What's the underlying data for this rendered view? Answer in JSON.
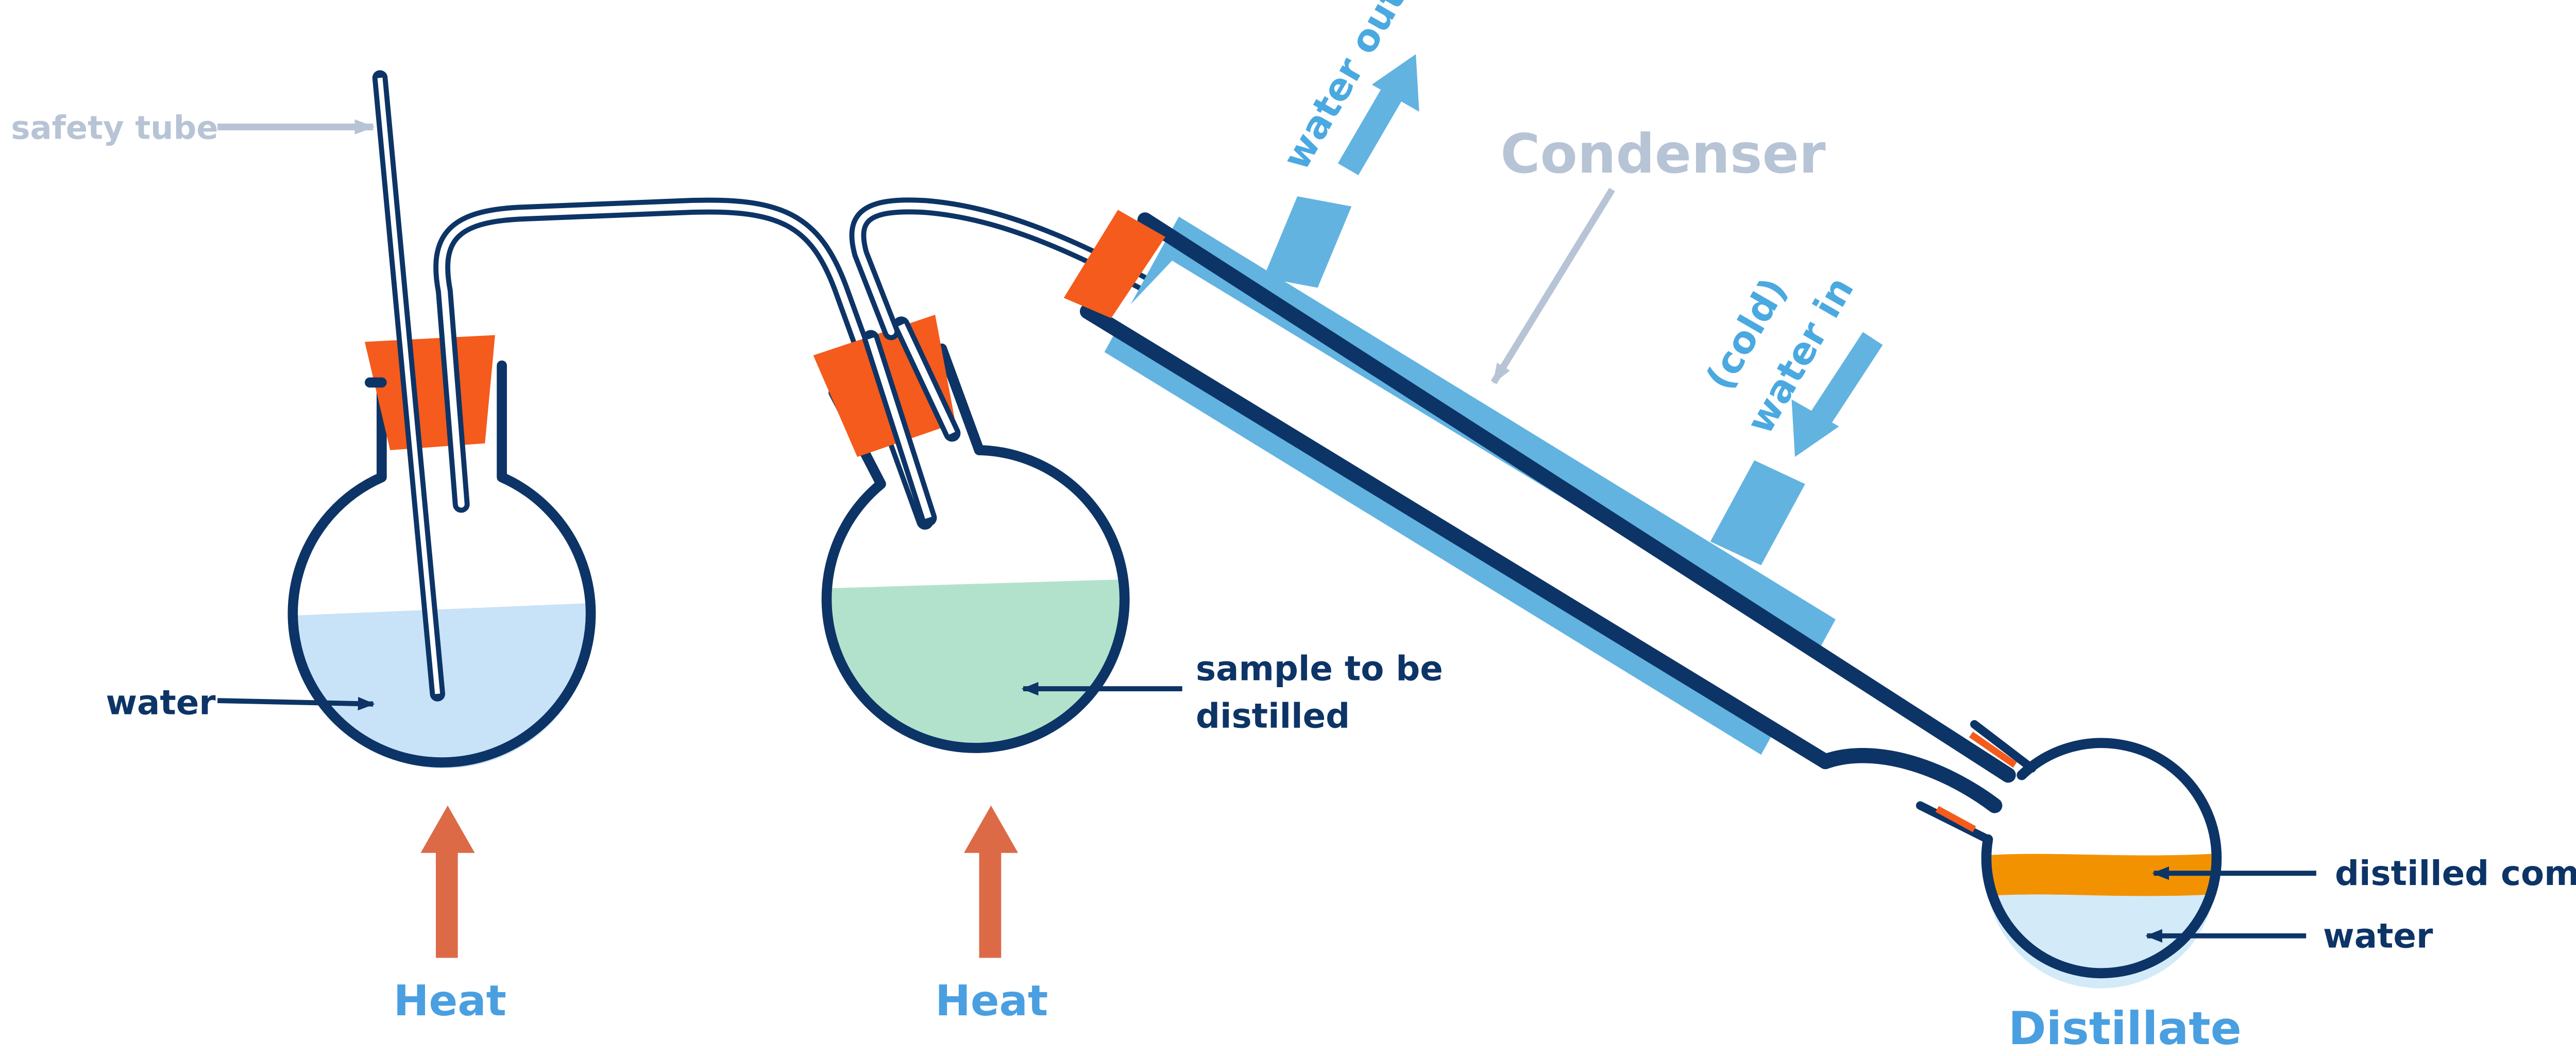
{
  "labels": {
    "safety_tube": "safety tube",
    "condenser": "Condenser",
    "water_out": "water out",
    "cold_water_in_line1": "(cold)",
    "cold_water_in_line2": "water in",
    "water_left": "water",
    "sample_line1": "sample to be",
    "sample_line2": "distilled",
    "heat_left": "Heat",
    "heat_right": "Heat",
    "distilled_compound": "distilled compound",
    "water_right": "water",
    "distillate": "Distillate"
  },
  "colors": {
    "glass_outline": "#0d3466",
    "stopper": "#f45b1c",
    "condenser_jacket": "#62b3e0",
    "water_liquid": "#c8e2f7",
    "sample_liquid": "#b3e2cc",
    "distilled_compound": "#f39200",
    "distillate_water": "#d3eaf8",
    "heat_arrow": "#dc6a47",
    "grey_label": "#b7c4d6",
    "blue_label": "#4a9fe0"
  }
}
